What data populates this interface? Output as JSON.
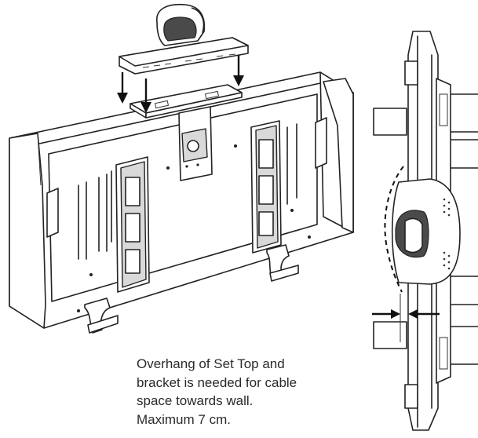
{
  "caption": {
    "lines": [
      "Overhang of Set Top and",
      "bracket is needed for cable",
      "space towards wall.",
      "Maximum 7 cm."
    ]
  }
}
